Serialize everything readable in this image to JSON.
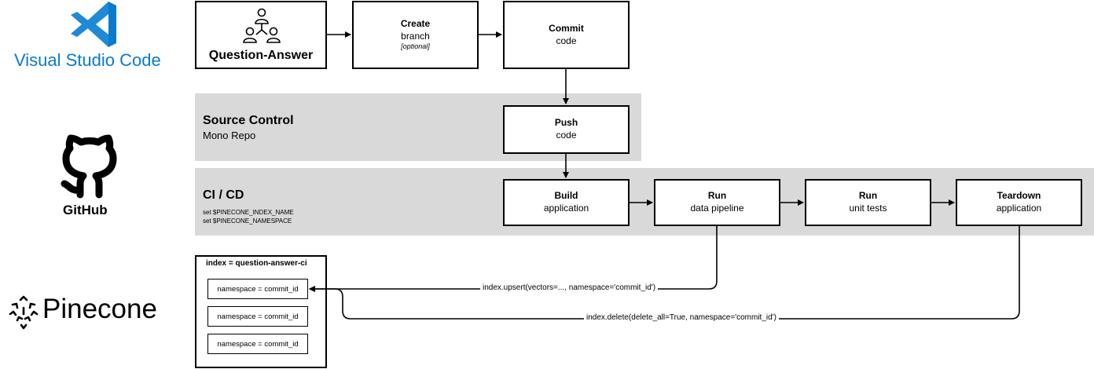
{
  "logos": {
    "vscode": "Visual Studio Code",
    "github": "GitHub",
    "pinecone": "Pinecone"
  },
  "nodes": {
    "question_answer": "Question-Answer",
    "create": {
      "title": "Create",
      "sub": "branch",
      "note": "[optional]"
    },
    "commit": {
      "title": "Commit",
      "sub": "code"
    },
    "push": {
      "title": "Push",
      "sub": "code"
    },
    "build": {
      "title": "Build",
      "sub": "application"
    },
    "run_pipeline": {
      "title": "Run",
      "sub": "data pipeline"
    },
    "run_tests": {
      "title": "Run",
      "sub": "unit tests"
    },
    "teardown": {
      "title": "Teardown",
      "sub": "application"
    }
  },
  "source_control": {
    "title": "Source Control",
    "sub": "Mono Repo"
  },
  "cicd": {
    "title": "CI / CD",
    "env1": "set $PINECONE_INDEX_NAME",
    "env2": "set $PINECONE_NAMESPACE"
  },
  "index": {
    "title": "index = question-answer-ci",
    "namespaces": [
      "namespace = commit_id",
      "namespace = commit_id",
      "namespace = commit_id"
    ]
  },
  "edges": {
    "upsert": "index.upsert(vectors=..., namespace='commit_id')",
    "delete": "index.delete(delete_all=True, namespace='commit_id')"
  },
  "colors": {
    "band": "#d9d9d9",
    "vscode": "#0a7acc",
    "stroke": "#000000"
  }
}
